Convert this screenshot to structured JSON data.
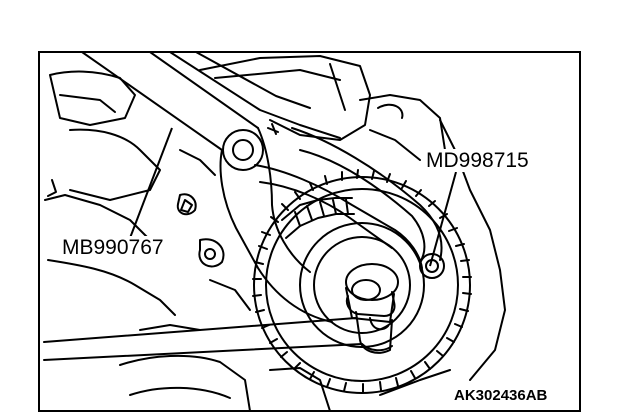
{
  "figure": {
    "labels": {
      "tool_a": "MD998715",
      "tool_b": "MB990767",
      "figure_code": "AK302436AB"
    },
    "colors": {
      "line": "#000000",
      "background": "#ffffff"
    }
  }
}
